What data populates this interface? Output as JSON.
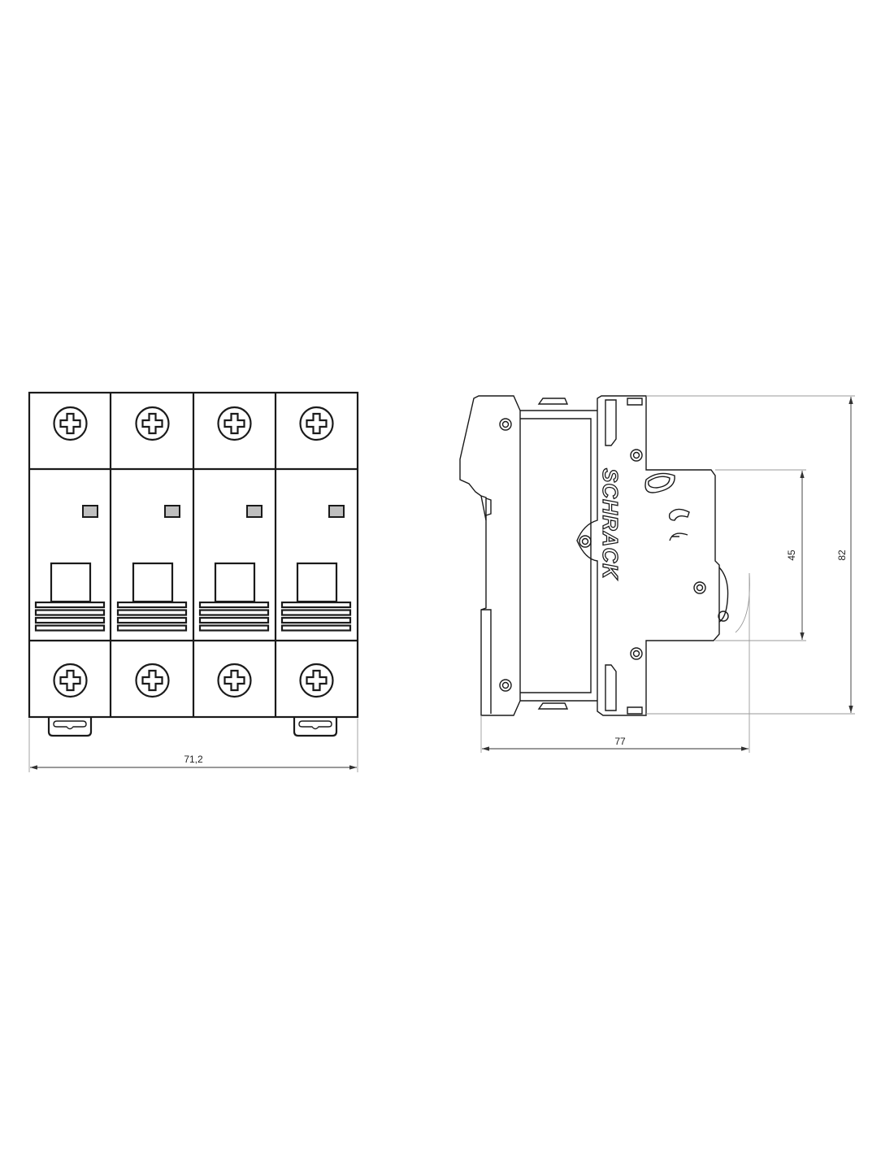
{
  "drawing": {
    "front_view": {
      "poles": 4,
      "width_dimension": "71,2"
    },
    "side_view": {
      "brand_logo": "SCHRACK",
      "depth_dimension": "77",
      "front_height_dimension": "45",
      "total_height_dimension": "82",
      "indicator_color": "#bfbfbf"
    }
  }
}
